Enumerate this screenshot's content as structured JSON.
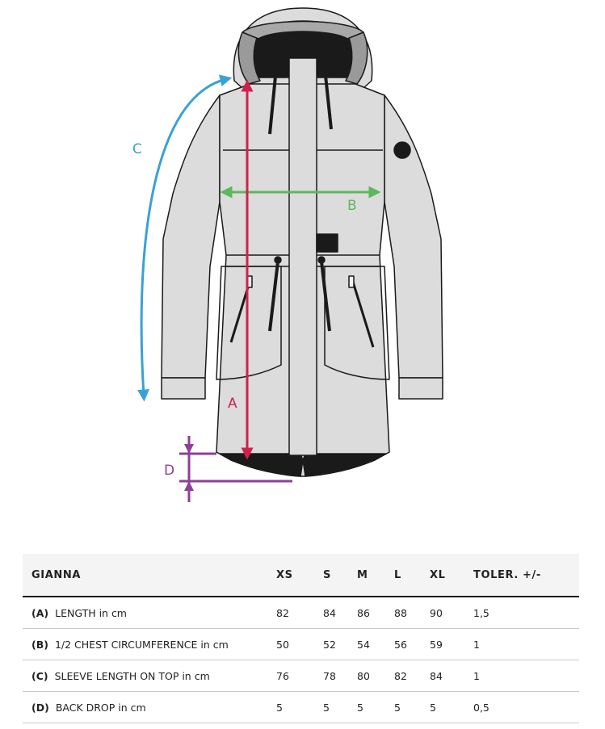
{
  "diagram": {
    "labels": {
      "a": "A",
      "b": "B",
      "c": "C",
      "d": "D"
    },
    "colors": {
      "a": "#d0214a",
      "b": "#5cb85c",
      "c": "#3aa0d8",
      "d": "#8e3f96",
      "jacket_fill": "#dcdcdc",
      "outline": "#1a1a1a"
    }
  },
  "table": {
    "headers": [
      "GIANNA",
      "XS",
      "S",
      "M",
      "L",
      "XL",
      "TOLER. +/-"
    ],
    "rows": [
      {
        "code": "(A)",
        "label": "LENGTH in cm",
        "values": [
          "82",
          "84",
          "86",
          "88",
          "90"
        ],
        "tolerance": "1,5"
      },
      {
        "code": "(B)",
        "label": "1/2 CHEST CIRCUMFERENCE in cm",
        "values": [
          "50",
          "52",
          "54",
          "56",
          "59"
        ],
        "tolerance": "1"
      },
      {
        "code": "(C)",
        "label": "SLEEVE LENGTH ON TOP in cm",
        "values": [
          "76",
          "78",
          "80",
          "82",
          "84"
        ],
        "tolerance": "1"
      },
      {
        "code": "(D)",
        "label": "BACK DROP in cm",
        "values": [
          "5",
          "5",
          "5",
          "5",
          "5"
        ],
        "tolerance": "0,5"
      }
    ]
  }
}
